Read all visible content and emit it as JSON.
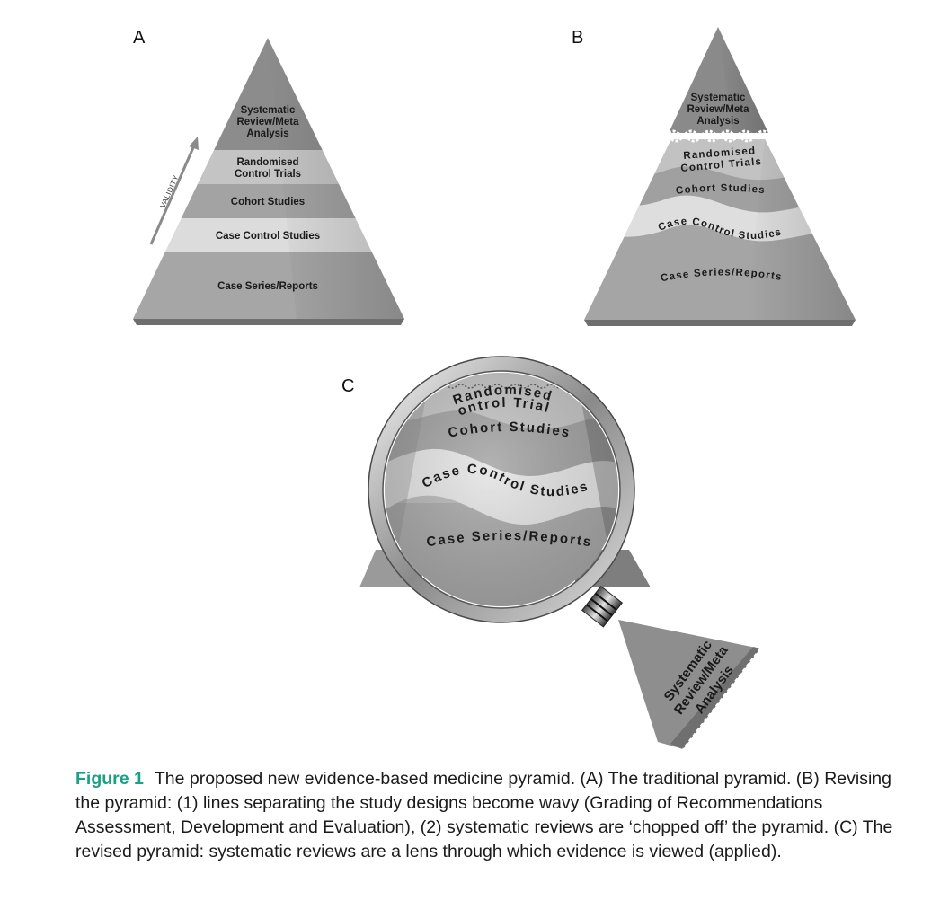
{
  "panels": {
    "a": {
      "label": "A",
      "validity": "VALIDITY",
      "tiers": [
        {
          "line1": "Systematic",
          "line2": "Review/Meta",
          "line3": "Analysis"
        },
        {
          "line1": "Randomised",
          "line2": "Control Trials"
        },
        {
          "line1": "Cohort Studies"
        },
        {
          "line1": "Case Control Studies"
        },
        {
          "line1": "Case Series/Reports"
        }
      ]
    },
    "b": {
      "label": "B",
      "tiers": [
        {
          "line1": "Systematic",
          "line2": "Review/Meta",
          "line3": "Analysis"
        },
        {
          "line1": "Randomised",
          "line2": "Control Trials"
        },
        {
          "line1": "Cohort Studies"
        },
        {
          "line1": "Case Control Studies"
        },
        {
          "line1": "Case Series/Reports"
        }
      ]
    },
    "c": {
      "label": "C",
      "tiers": [
        {
          "line1": "Randomised",
          "line2": "Control Trials"
        },
        {
          "line1": "Cohort Studies"
        },
        {
          "line1": "Case Control Studies"
        },
        {
          "line1": "Case Series/Reports"
        }
      ],
      "handle": {
        "line1": "Systematic",
        "line2": "Review/Meta",
        "line3": "Analysis"
      }
    }
  },
  "caption": {
    "label": "Figure 1",
    "text": "The proposed new evidence-based medicine pyramid. (A) The traditional pyramid. (B) Revising the pyramid: (1) lines separating the study designs become wavy (Grading of Recommendations Assessment, Development and Evaluation), (2) systematic reviews are ‘chopped off’ the pyramid. (C) The revised pyramid: systematic reviews are a lens through which evidence is viewed (applied)."
  }
}
